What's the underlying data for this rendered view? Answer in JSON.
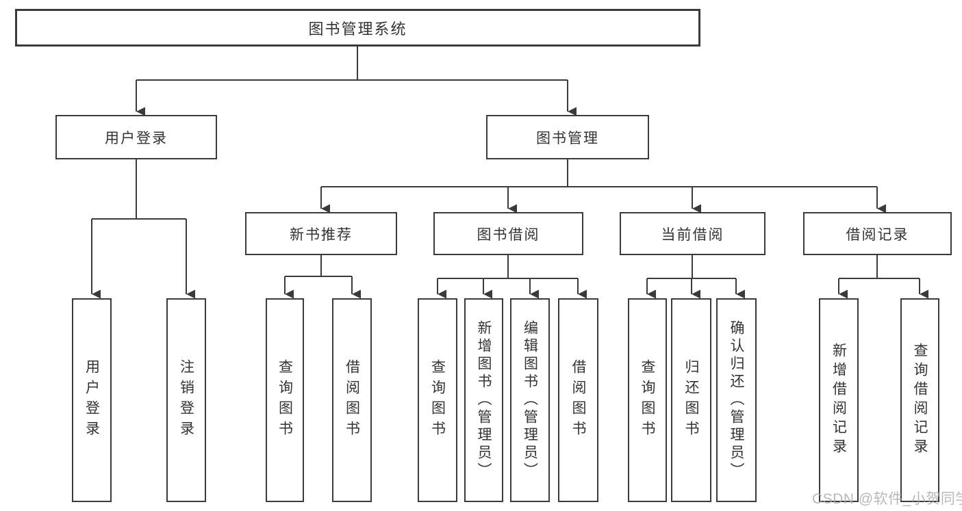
{
  "diagram": {
    "title_node": "图书管理系统",
    "branches": {
      "user_login": {
        "label": "用户登录",
        "children": {
          "login": "用户登录",
          "logout": "注销登录"
        }
      },
      "book_management": {
        "label": "图书管理",
        "children": {
          "new_book_recommend": {
            "label": "新书推荐",
            "children": {
              "query_book": "查询图书",
              "borrow_book": "借阅图书"
            }
          },
          "book_borrow": {
            "label": "图书借阅",
            "children": {
              "query_book": "查询图书",
              "add_book": "新增图书（管理员）",
              "edit_book": "编辑图书（管理员）",
              "borrow_book": "借阅图书"
            }
          },
          "current_borrow": {
            "label": "当前借阅",
            "children": {
              "query_book": "查询图书",
              "return_book": "归还图书",
              "confirm_return": "确认归还（管理员）"
            }
          },
          "borrow_records": {
            "label": "借阅记录",
            "children": {
              "add_record": "新增借阅记录",
              "query_record": "查询借阅记录"
            }
          }
        }
      }
    }
  },
  "watermark": "CSDN @软件_小贺同学",
  "colors": {
    "line": "#3a3a3a",
    "text": "#333333",
    "background": "#ffffff",
    "watermark": "#acacac"
  }
}
